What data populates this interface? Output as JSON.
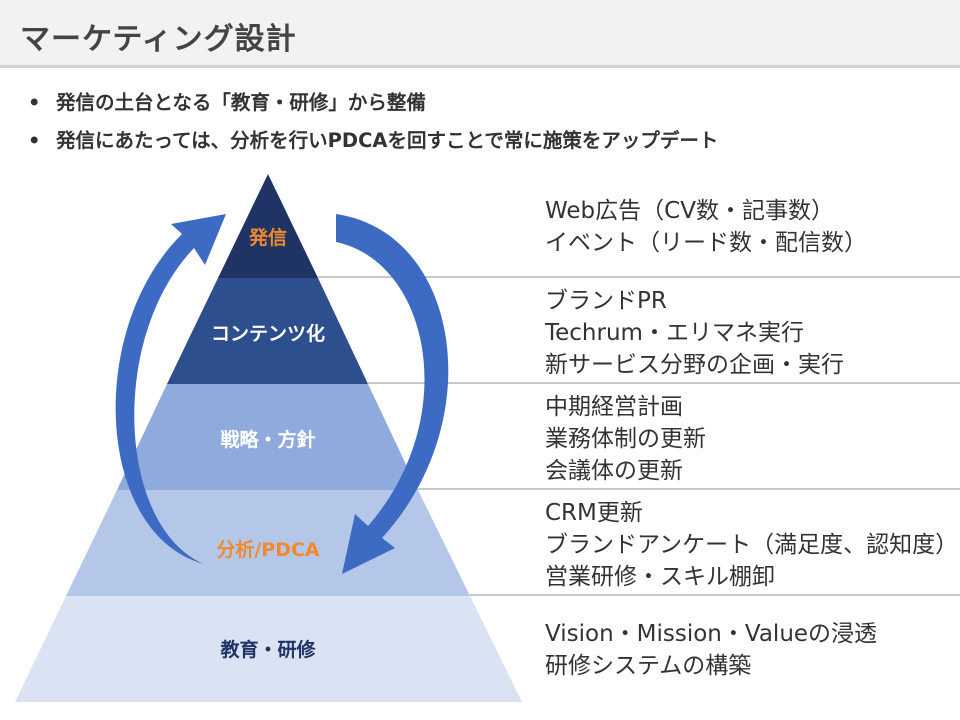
{
  "header": {
    "title": "マーケティング設計"
  },
  "bullets": [
    "発信の土台となる「教育・研修」から整備",
    "発信にあたっては、分析を行いPDCAを回すことで常に施策をアップデート"
  ],
  "pyramid": {
    "layers": [
      {
        "label": "発信",
        "fill": "#1f3464",
        "label_color": "#f08a2c"
      },
      {
        "label": "コンテンツ化",
        "fill": "#2e4f8d",
        "label_color": "#ffffff"
      },
      {
        "label": "戦略・方針",
        "fill": "#8fabdd",
        "label_color": "#ffffff"
      },
      {
        "label": "分析/PDCA",
        "fill": "#b5c7e8",
        "label_color": "#f08a2c"
      },
      {
        "label": "教育・研修",
        "fill": "#d9e3f3",
        "label_color": "#1f3464"
      }
    ]
  },
  "descriptions": [
    {
      "lines": [
        "Web広告（CV数・記事数）",
        "イベント（リード数・配信数）"
      ]
    },
    {
      "lines": [
        "ブランドPR",
        "Techrum・エリマネ実行",
        "新サービス分野の企画・実行"
      ]
    },
    {
      "lines": [
        "中期経営計画",
        "業務体制の更新",
        "会議体の更新"
      ]
    },
    {
      "lines": [
        "CRM更新",
        "ブランドアンケート（満足度、認知度）",
        "営業研修・スキル棚卸"
      ]
    },
    {
      "lines": [
        "Vision・Mission・Valueの浸透",
        "研修システムの構築"
      ]
    }
  ],
  "colors": {
    "arrow": "#3d6bc4",
    "separator": "#a6a6a6"
  }
}
